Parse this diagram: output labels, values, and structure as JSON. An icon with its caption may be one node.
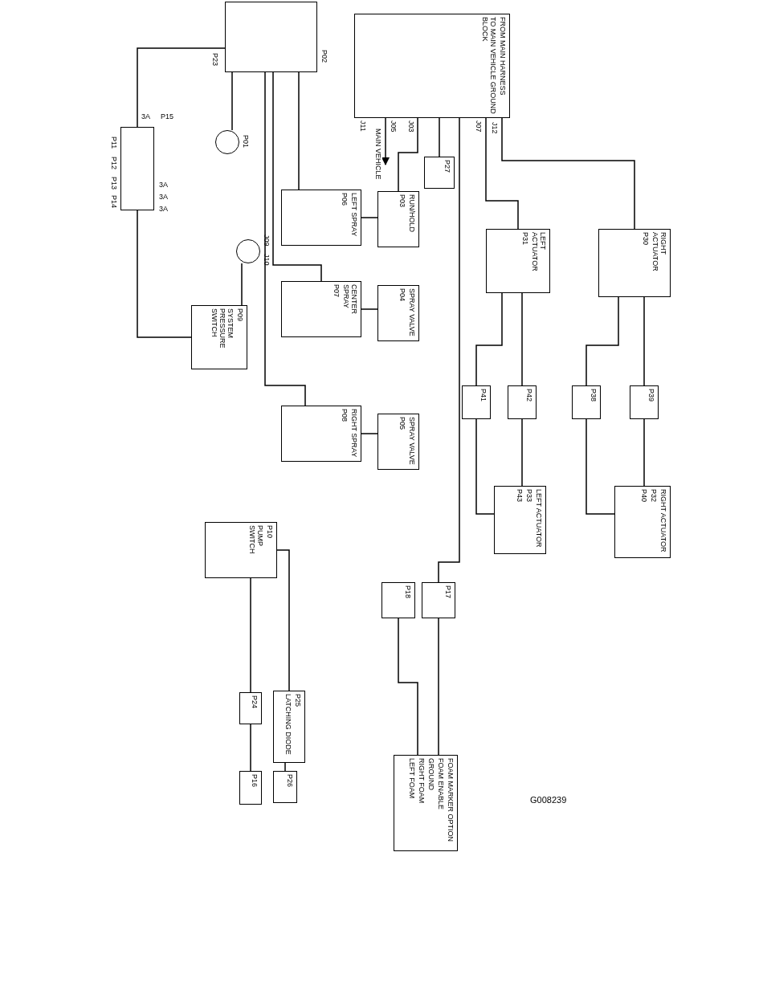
{
  "diagram": {
    "nodes": [
      {
        "text": [],
        "shape": "box",
        "beside": [
          "P02",
          "P23"
        ]
      },
      {
        "text": [
          "FROM MAIN HARNESS",
          "TO MAIN VEHICLE GROUND BLOCK"
        ],
        "beside": [
          "J11",
          "J05",
          "J03",
          "J07",
          "J12"
        ]
      },
      {
        "text": [],
        "shape": "box",
        "beside": [
          "P11",
          "P12",
          "P13",
          "P14"
        ]
      },
      {
        "text": [],
        "shape": "circle",
        "beside": [
          "P01"
        ]
      },
      {
        "text": [],
        "shape": "circle",
        "beside": [
          "J09",
          "J10"
        ]
      },
      {
        "text": [
          "P09",
          "SYSTEM PRESSURE SWITCH"
        ]
      },
      {
        "text": [
          "LEFT SPRAY",
          "P06"
        ]
      },
      {
        "text": [
          "CENTER SPRAY",
          "P07"
        ]
      },
      {
        "text": [
          "RIGHT SPRAY",
          "P08"
        ]
      },
      {
        "text": [
          "RUN/HOLD",
          "P03"
        ]
      },
      {
        "text": [
          "SPRAY VALVE",
          "P04"
        ]
      },
      {
        "text": [
          "SPRAY VALVE",
          "P05"
        ]
      },
      {
        "text": [
          "P27"
        ]
      },
      {
        "text": [
          "LEFT ACTUATOR",
          "P31"
        ]
      },
      {
        "text": [
          "RIGHT ACTUATOR",
          "P30"
        ]
      },
      {
        "text": [
          "P41"
        ]
      },
      {
        "text": [
          "P42"
        ]
      },
      {
        "text": [
          "P38"
        ]
      },
      {
        "text": [
          "P39"
        ]
      },
      {
        "text": [
          "LEFT ACTUATOR",
          "P33",
          "P43"
        ]
      },
      {
        "text": [
          "RIGHT ACTUATOR",
          "P32",
          "P40"
        ]
      },
      {
        "text": [
          "P10",
          "PUMP SWITCH"
        ]
      },
      {
        "text": [
          "P24"
        ]
      },
      {
        "text": [
          "P25",
          "LATCHING DIODE"
        ]
      },
      {
        "text": [
          "P26"
        ]
      },
      {
        "text": [
          "P16"
        ]
      },
      {
        "text": [
          "P17"
        ]
      },
      {
        "text": [
          "P18"
        ]
      },
      {
        "text": [
          "FOAM MARKER OPTION",
          "FOAM ENABLE",
          "GROUND",
          "RIGHT FOAM",
          "LEFT FOAM"
        ]
      }
    ],
    "edges": [
      {
        "from": 0,
        "to": 2,
        "arrow": "none"
      },
      {
        "from": 0,
        "to": 3,
        "arrow": "none"
      },
      {
        "from": 0,
        "to": 6,
        "arrow": "none"
      },
      {
        "from": 0,
        "to": 7,
        "arrow": "none"
      },
      {
        "from": 0,
        "to": 8,
        "arrow": "none"
      },
      {
        "from": 1,
        "to": 9,
        "arrow": "none"
      },
      {
        "from": 1,
        "to": 12,
        "arrow": "none"
      },
      {
        "from": 1,
        "to": 13,
        "arrow": "none"
      },
      {
        "from": 1,
        "to": 14,
        "arrow": "none"
      },
      {
        "from": 6,
        "to": 9,
        "arrow": "none"
      },
      {
        "from": 7,
        "to": 10,
        "arrow": "none"
      },
      {
        "from": 8,
        "to": 11,
        "arrow": "none"
      },
      {
        "from": 13,
        "to": 15,
        "arrow": "none"
      },
      {
        "from": 13,
        "to": 16,
        "arrow": "none"
      },
      {
        "from": 14,
        "to": 17,
        "arrow": "none"
      },
      {
        "from": 14,
        "to": 18,
        "arrow": "none"
      },
      {
        "from": 15,
        "to": 19,
        "arrow": "none"
      },
      {
        "from": 16,
        "to": 19,
        "arrow": "none"
      },
      {
        "from": 17,
        "to": 20,
        "arrow": "none"
      },
      {
        "from": 18,
        "to": 20,
        "arrow": "none"
      },
      {
        "from": 2,
        "to": 5,
        "arrow": "none"
      },
      {
        "from": 4,
        "to": 5,
        "arrow": "none"
      },
      {
        "from": 21,
        "to": 22,
        "arrow": "none"
      },
      {
        "from": 22,
        "to": 25,
        "arrow": "none"
      },
      {
        "from": 21,
        "to": 23,
        "arrow": "none"
      },
      {
        "from": 23,
        "to": 24,
        "arrow": "none"
      },
      {
        "from": 26,
        "to": 28,
        "arrow": "none"
      },
      {
        "from": 27,
        "to": 28,
        "arrow": "none"
      },
      {
        "from": 1,
        "to": 26,
        "arrow": "none"
      },
      {
        "from": 1,
        "to": null,
        "arrow": "to",
        "label": "MAIN VEHICLE"
      }
    ],
    "labels": [
      "3A",
      "P15",
      "3A",
      "3A",
      "3A",
      "G008239"
    ]
  }
}
